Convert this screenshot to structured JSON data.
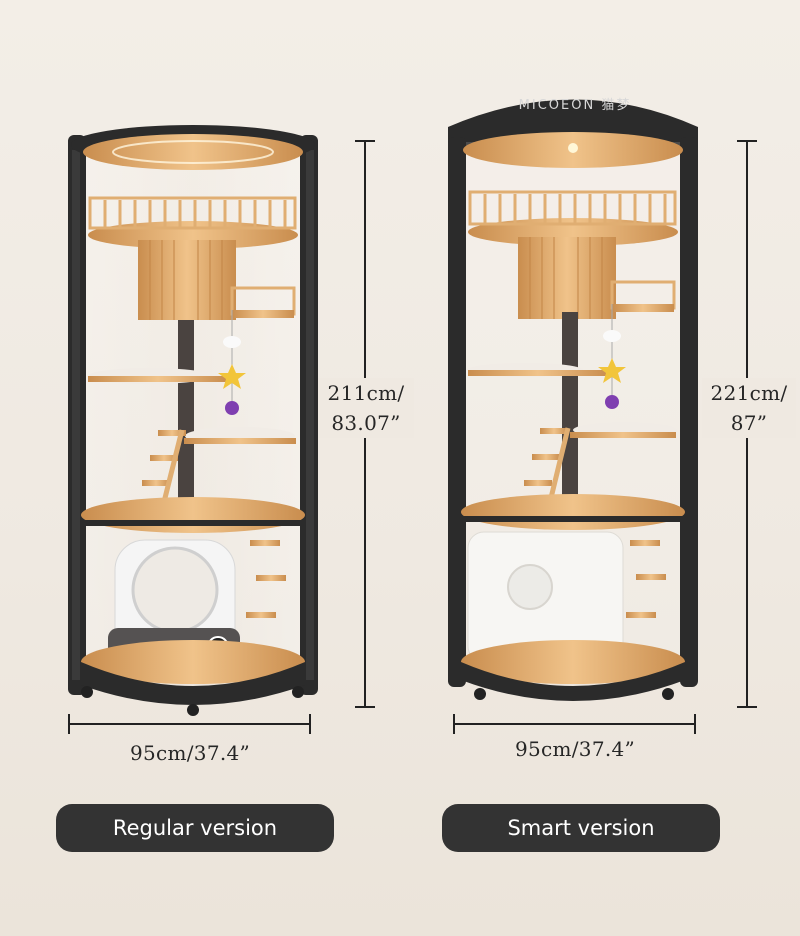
{
  "products": [
    {
      "name_label": "Regular version",
      "height_label_line1": "211cm/",
      "height_label_line2": "83.07”",
      "width_label": "95cm/37.4”"
    },
    {
      "name_label": "Smart version",
      "brand_mark": "MICOEON 猫梦",
      "height_label_line1": "221cm/",
      "height_label_line2": "87”",
      "width_label": "95cm/37.4”"
    }
  ],
  "colors": {
    "background": "#efe9e1",
    "frame": "#2b2b2b",
    "wood": "#e3b277",
    "button": "#333333"
  }
}
